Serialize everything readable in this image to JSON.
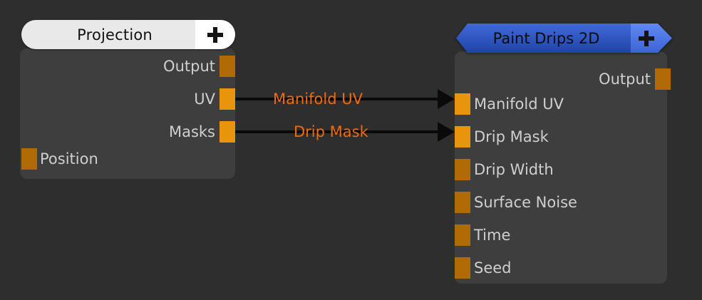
{
  "canvas": {
    "background": "#2e2e2e"
  },
  "palette": {
    "node_body": "#3e3e3e",
    "port_connected": "#e8940c",
    "port_unconnected": "#b06a06",
    "edge_label": "#f06a0c",
    "edge_line": "#0a0a0a",
    "header_light": "#e9e9e9",
    "header_blue": "#3258c4",
    "header_blue_plus": "#4f79e6",
    "port_label_text": "#cfcfcf"
  },
  "nodes": [
    {
      "id": "projection",
      "title": "Projection",
      "header_style": "pill-light",
      "add_button_label": "+",
      "output_ports": [
        {
          "label": "Output",
          "state": "unconnected"
        },
        {
          "label": "UV",
          "state": "connected"
        },
        {
          "label": "Masks",
          "state": "connected"
        }
      ],
      "input_ports": [
        {
          "label": "Position",
          "state": "unconnected"
        }
      ]
    },
    {
      "id": "paint-drips-2d",
      "title": "Paint Drips 2D",
      "header_style": "hex-blue",
      "add_button_label": "+",
      "output_ports": [
        {
          "label": "Output",
          "state": "unconnected"
        }
      ],
      "input_ports": [
        {
          "label": "Manifold UV",
          "state": "connected"
        },
        {
          "label": "Drip Mask",
          "state": "connected"
        },
        {
          "label": "Drip Width",
          "state": "unconnected"
        },
        {
          "label": "Surface Noise",
          "state": "unconnected"
        },
        {
          "label": "Time",
          "state": "unconnected"
        },
        {
          "label": "Seed",
          "state": "unconnected"
        }
      ]
    }
  ],
  "connections": [
    {
      "label": "Manifold UV",
      "from_node": "projection",
      "from_port": "UV",
      "to_node": "paint-drips-2d",
      "to_port": "Manifold UV"
    },
    {
      "label": "Drip Mask",
      "from_node": "projection",
      "from_port": "Masks",
      "to_node": "paint-drips-2d",
      "to_port": "Drip Mask"
    }
  ]
}
